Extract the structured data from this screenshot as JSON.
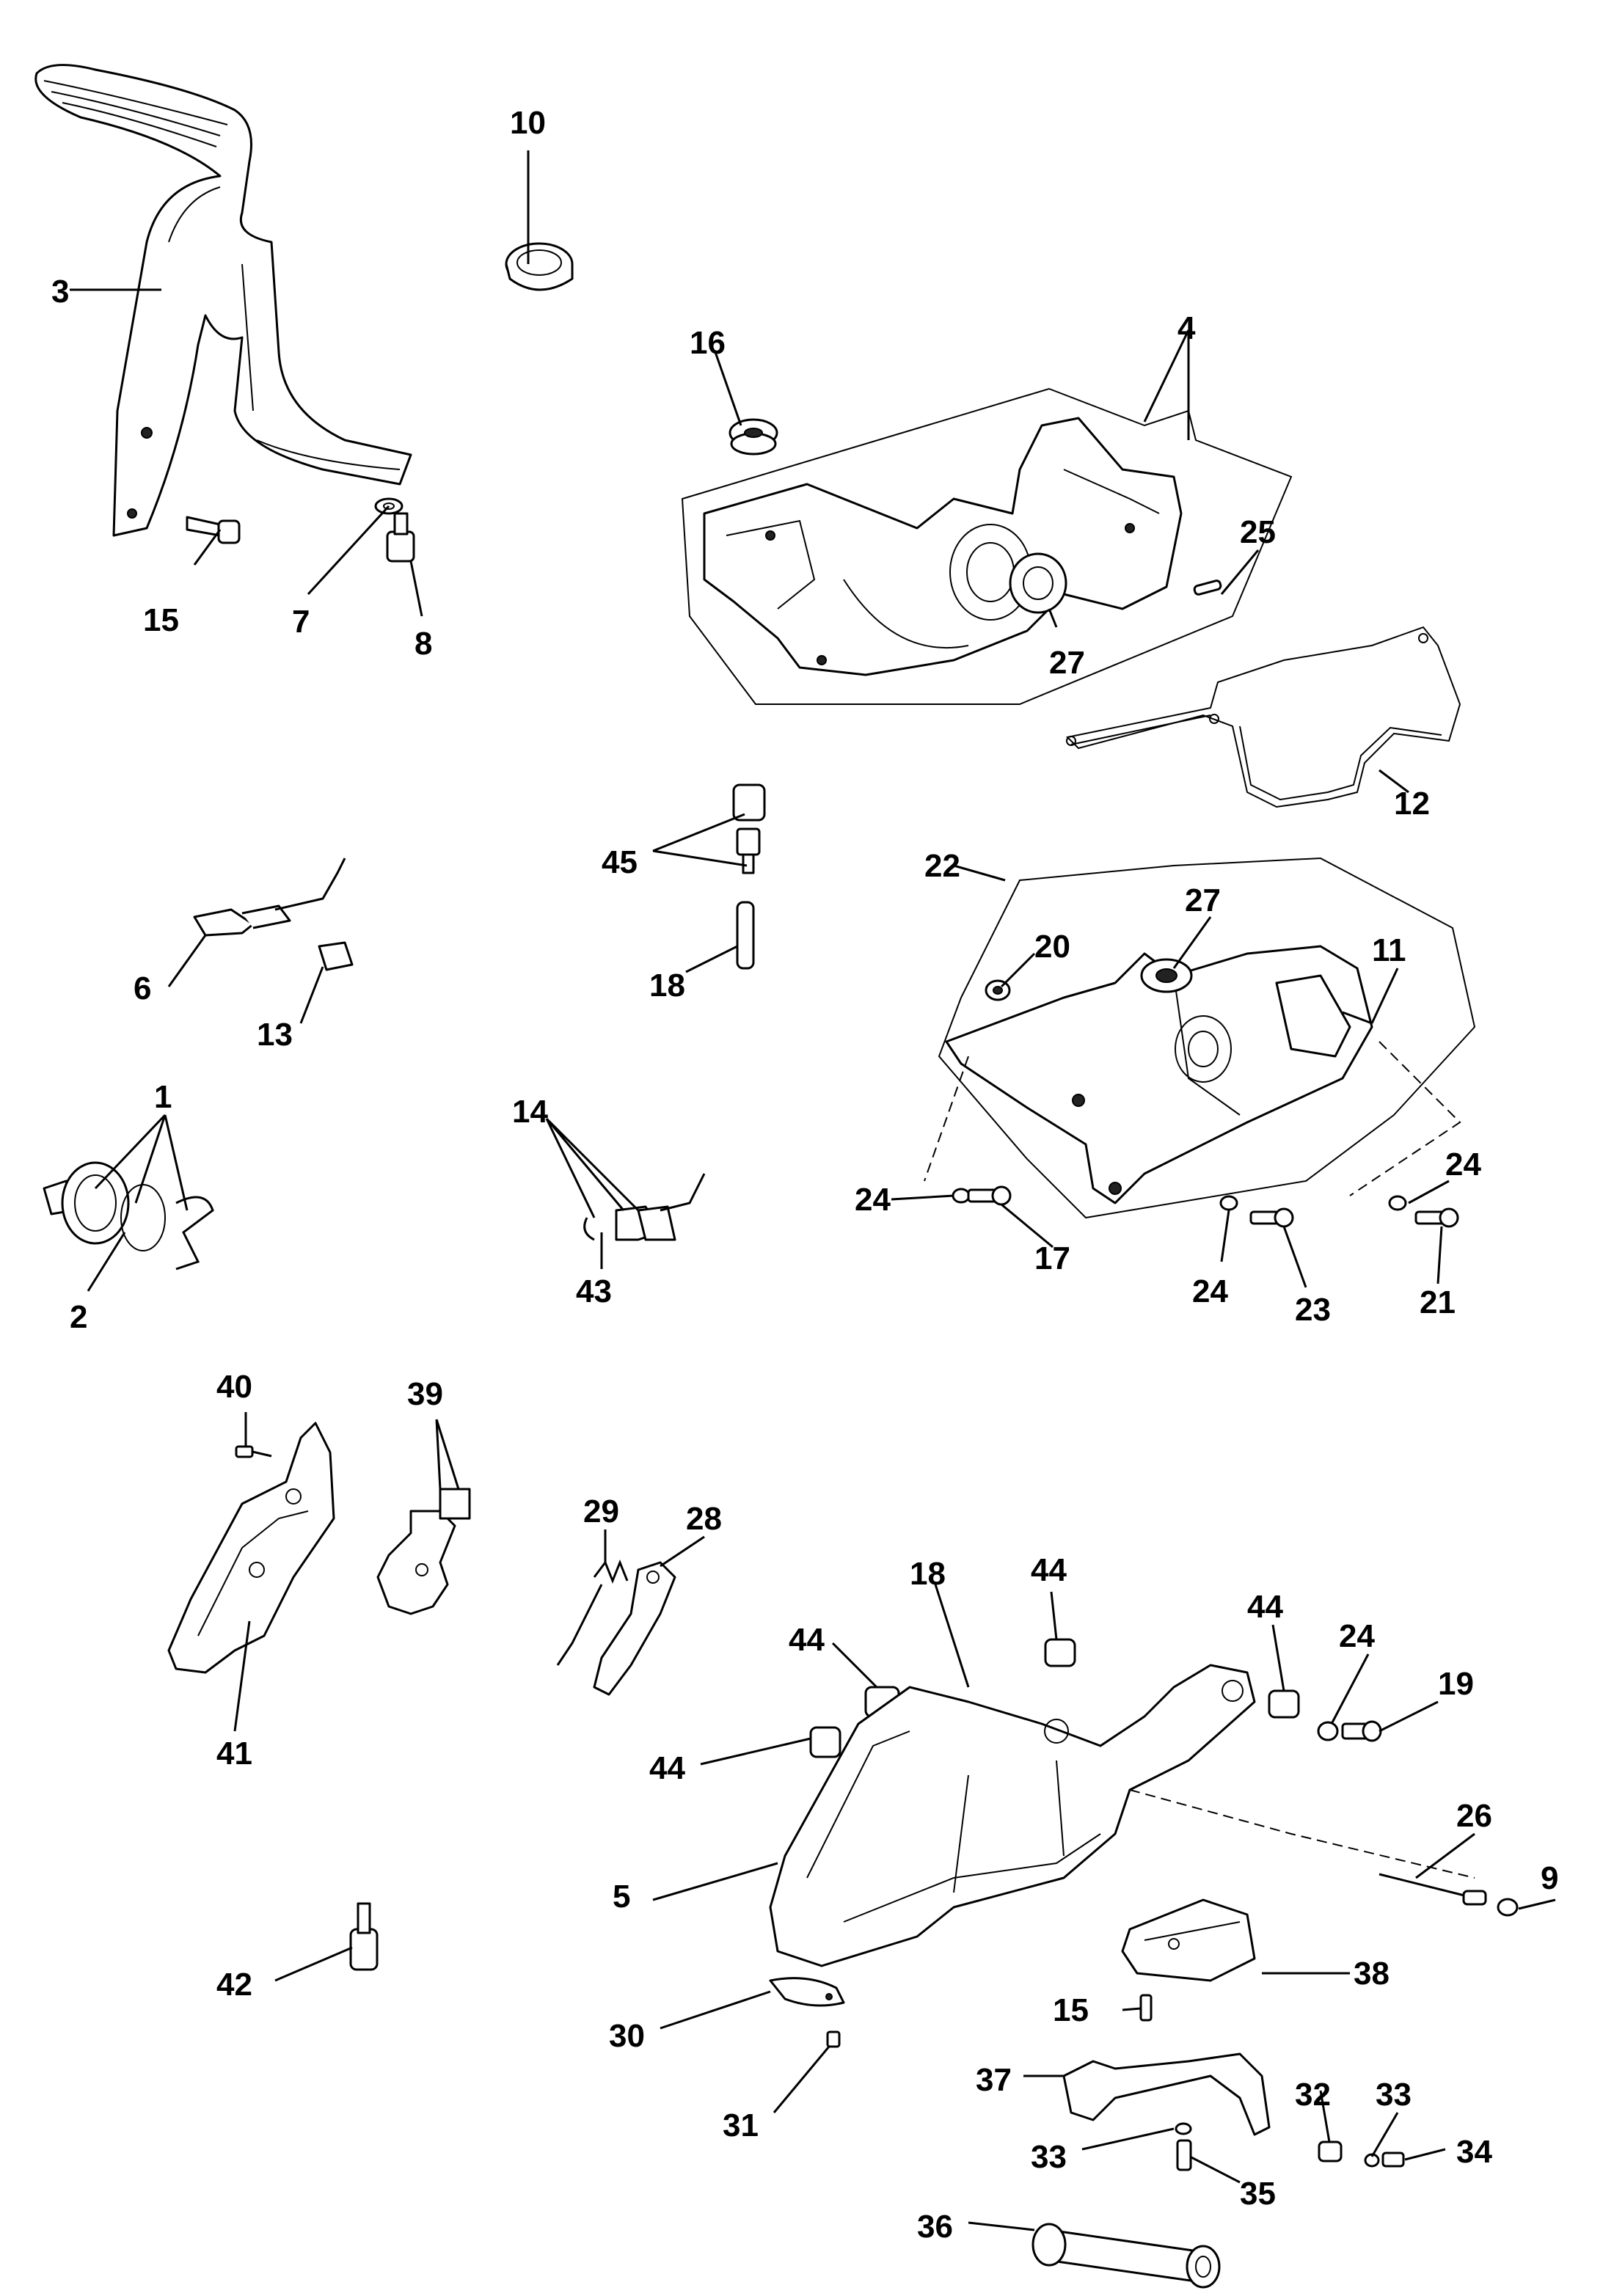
{
  "diagram": {
    "labels": [
      "1",
      "2",
      "3",
      "4",
      "5",
      "6",
      "7",
      "8",
      "9",
      "10",
      "11",
      "12",
      "13",
      "14",
      "15",
      "16",
      "17",
      "18",
      "19",
      "20",
      "21",
      "22",
      "23",
      "24",
      "25",
      "26",
      "27",
      "28",
      "29",
      "30",
      "31",
      "32",
      "33",
      "34",
      "35",
      "36",
      "37",
      "38",
      "39",
      "40",
      "41",
      "42",
      "43",
      "44",
      "45"
    ]
  }
}
